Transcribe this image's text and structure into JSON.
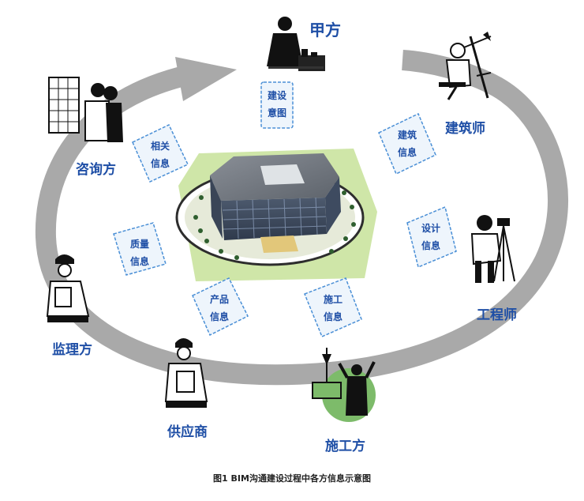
{
  "title": "",
  "parties": {
    "jiafang": "甲方",
    "architect": "建筑师",
    "engineer": "工程师",
    "contractor": "施工方",
    "supplier": "供应商",
    "supervisor": "监理方",
    "consultant": "咨询方"
  },
  "info_cards": [
    {
      "line1": "建设",
      "line2": "意图"
    },
    {
      "line1": "建筑",
      "line2": "信息"
    },
    {
      "line1": "设计",
      "line2": "信息"
    },
    {
      "line1": "施工",
      "line2": "信息"
    },
    {
      "line1": "产品",
      "line2": "信息"
    },
    {
      "line1": "质量",
      "line2": "信息"
    },
    {
      "line1": "相关",
      "line2": "信息"
    }
  ],
  "caption": "图1 BIM沟通建设过程中各方信息示意图",
  "colors": {
    "ring": "#a9a9a9",
    "label_blue": "#1f4fa6",
    "card_border": "#4a8fd6",
    "card_fill": "#eef5fc",
    "site_green": "#cfe6a8",
    "contractor_circle": "#7dbb6a"
  }
}
